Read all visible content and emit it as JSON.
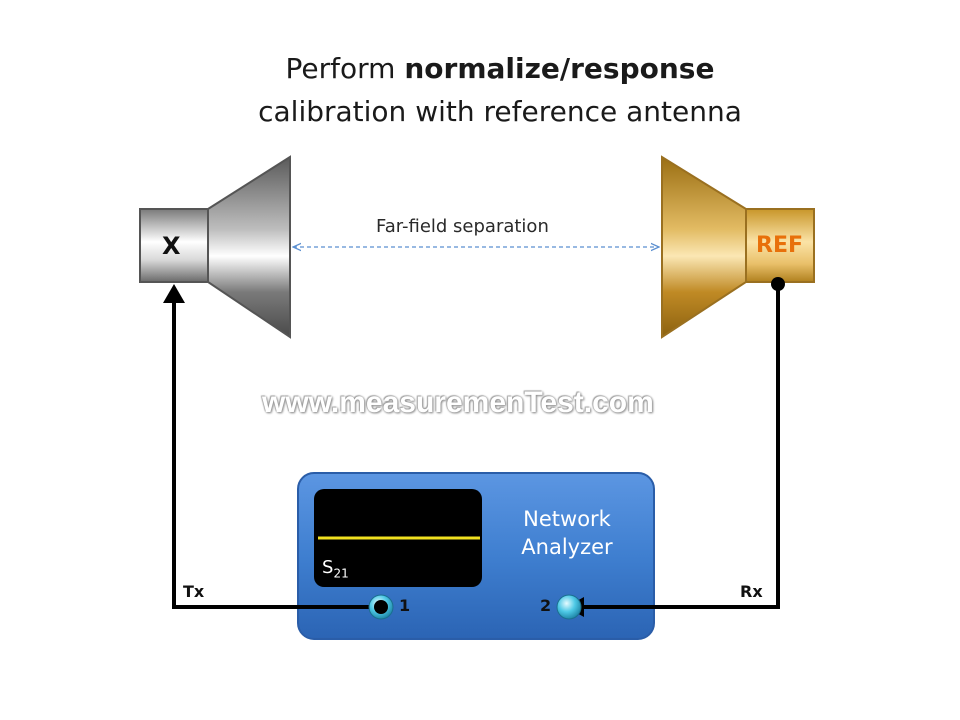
{
  "title": {
    "line1_prefix": "Perform ",
    "line1_bold": "normalize/response",
    "line2": "calibration with reference antenna"
  },
  "antennas": {
    "dut_label": "X",
    "ref_label": "REF",
    "separation_label": "Far-field separation"
  },
  "watermark": "www.measuremenTest.com",
  "analyzer": {
    "name_line1": "Network",
    "name_line2": "Analyzer",
    "trace_label_main": "S",
    "trace_label_sub": "21",
    "port1_label": "1",
    "port2_label": "2"
  },
  "signals": {
    "tx_label": "Tx",
    "rx_label": "Rx"
  },
  "colors": {
    "ref_label": "#e8700a",
    "analyzer_body": "#3f7fd0",
    "trace": "#f0e020",
    "separation_arrow": "#5b8fd0"
  }
}
